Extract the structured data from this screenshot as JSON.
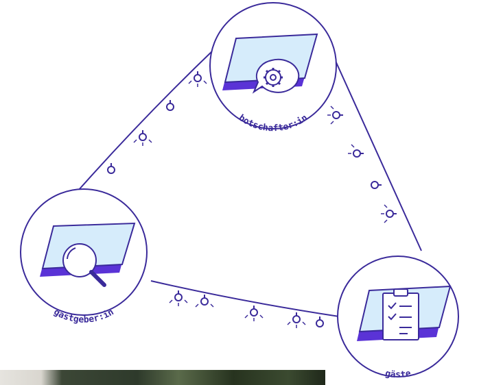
{
  "roles": {
    "botschafter": {
      "label": "botschafter:in",
      "icon": "gear-speech-bubble-icon"
    },
    "gastgeber": {
      "label": "gastgeber:in",
      "icon": "magnifier-icon"
    },
    "gaeste": {
      "label": "gäste",
      "icon": "clipboard-checklist-icon"
    }
  },
  "colors": {
    "line": "#3a2a9a",
    "panel_fill": "#d6ecfb",
    "panel_shadow": "#5a33d6",
    "circle_fill": "#ffffff"
  },
  "photo": {
    "icon": "landscape-photo"
  }
}
